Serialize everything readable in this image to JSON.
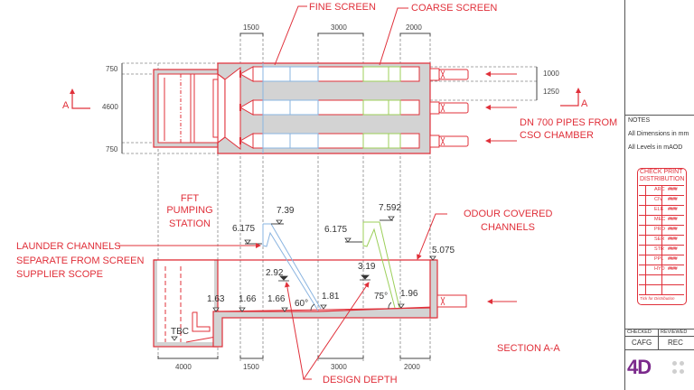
{
  "drawing": {
    "plan_view": {
      "callouts": {
        "fine_screen": "FINE SCREEN",
        "coarse_screen": "COARSE SCREEN",
        "pipes_line1": "DN 700 PIPES FROM",
        "pipes_line2": "CSO CHAMBER"
      },
      "top_dimensions": [
        "1500",
        "3000",
        "2000"
      ],
      "left_dimensions": [
        "750",
        "4600",
        "750"
      ],
      "right_dimensions": [
        "1000",
        "1250"
      ],
      "section_marker": "A"
    },
    "section_view": {
      "title": "SECTION A-A",
      "callouts": {
        "fft_line1": "FFT",
        "fft_line2": "PUMPING",
        "fft_line3": "STATION",
        "launder_line1": "LAUNDER CHANNELS",
        "launder_line2": "SEPARATE FROM SCREEN",
        "launder_line3": "SUPPLIER SCOPE",
        "odour_line1": "ODOUR COVERED",
        "odour_line2": "CHANNELS",
        "design_depth": "DESIGN DEPTH"
      },
      "levels": {
        "fine_top": "7.39",
        "fine_launder": "6.175",
        "coarse_top": "7.592",
        "coarse_launder": "6.175",
        "channel_top": "5.075",
        "fine_water": "2.92",
        "coarse_water": "3.19",
        "inv_1": "1.63",
        "inv_2": "1.66",
        "inv_3": "1.66",
        "inv_4": "1.81",
        "inv_5": "1.96",
        "sump": "TBC"
      },
      "angles": {
        "fine": "60°",
        "coarse": "75°"
      },
      "bottom_dimensions": [
        "4000",
        "1500",
        "3000",
        "2000"
      ]
    }
  },
  "title_block": {
    "notes_heading": "NOTES",
    "notes": [
      "All Dimensions in mm",
      "All Levels in mAOD"
    ],
    "check_print": {
      "title_line1": "CHECK PRINT",
      "title_line2": "DISTRIBUTION",
      "rows": [
        {
          "code": "ARC",
          "value": "####"
        },
        {
          "code": "CIV",
          "value": "####"
        },
        {
          "code": "ELE",
          "value": "####"
        },
        {
          "code": "MEC",
          "value": "####"
        },
        {
          "code": "PRO",
          "value": "####"
        },
        {
          "code": "SER",
          "value": "####"
        },
        {
          "code": "STR",
          "value": "####"
        },
        {
          "code": "PPL",
          "value": "####"
        },
        {
          "code": "HYD",
          "value": "####"
        }
      ],
      "footer": "Tick for Distribution"
    },
    "checked_label": "CHECKED",
    "reviewed_label": "REVIEWED",
    "checked_value": "CAFG",
    "reviewed_value": "REC",
    "logo": "4D"
  },
  "colors": {
    "red": "#e0303a",
    "fine_screen": "#8ab4e0",
    "coarse_screen": "#9ccf5a",
    "fill": "#d3d3d3",
    "dim": "#777777",
    "logo": "#7b2a8c"
  }
}
